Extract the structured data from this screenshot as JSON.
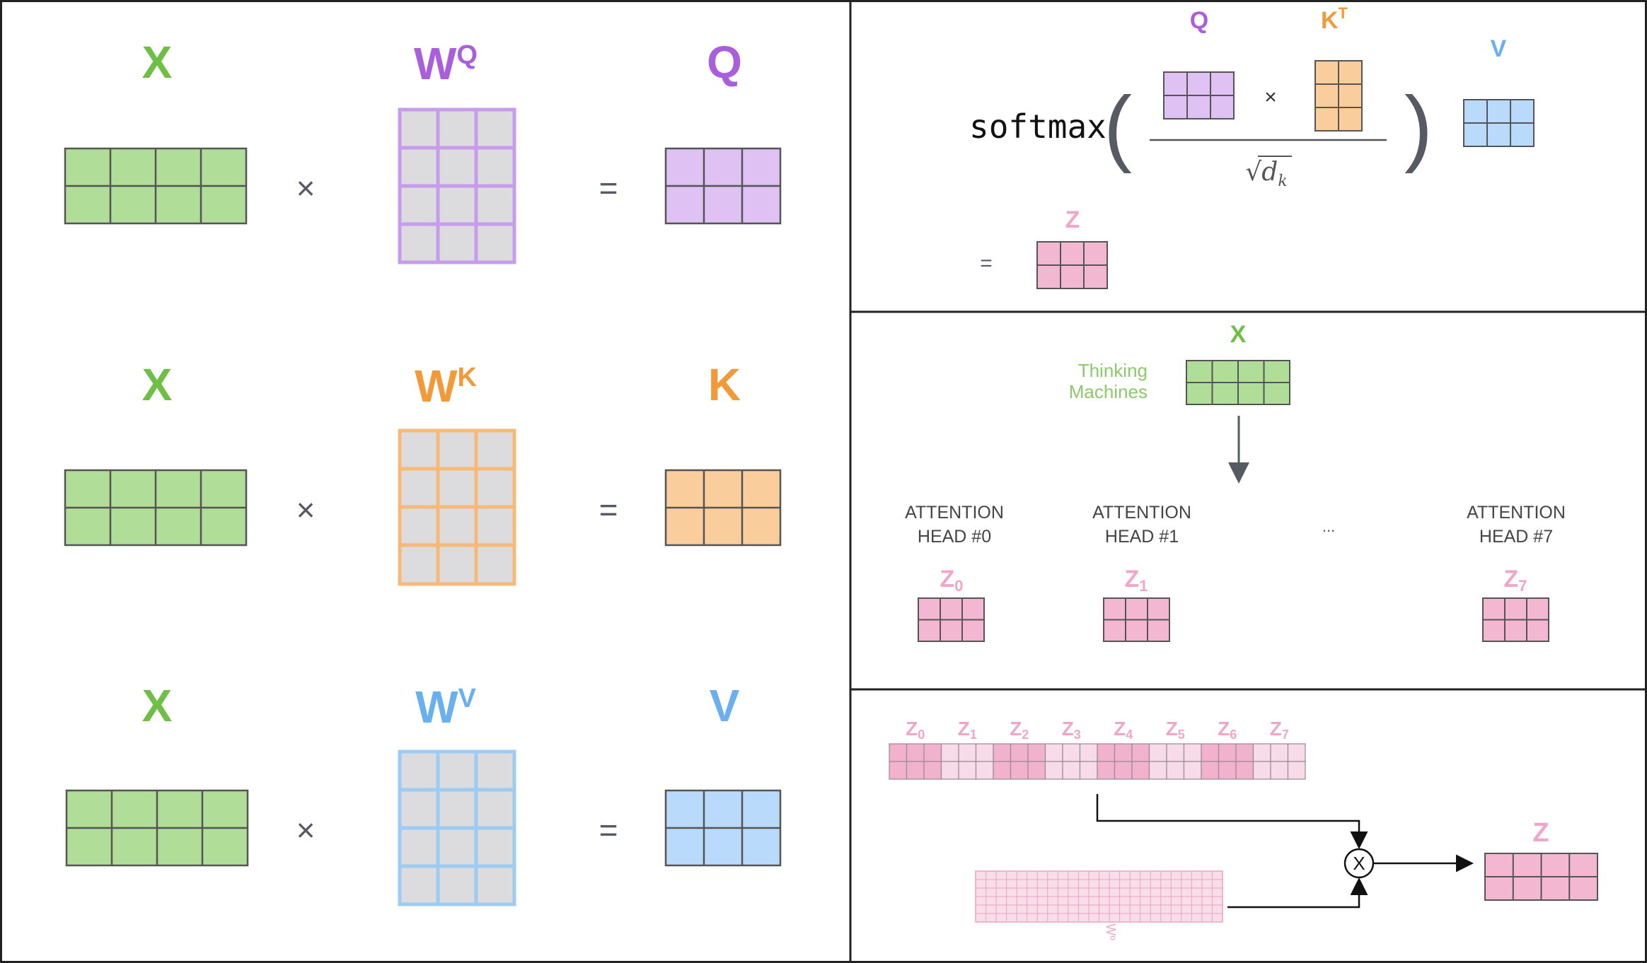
{
  "colors": {
    "x": "#6fbe45",
    "q": "#a95fdc",
    "k": "#f29a3a",
    "v": "#6ab0ee",
    "z": "#f0a6c8",
    "operator": "#555a63",
    "border": "#222222"
  },
  "left_panel": {
    "rows": [
      {
        "x_label": "X",
        "w_base": "W",
        "w_sup": "Q",
        "out_label": "Q",
        "times": "×",
        "equals": "="
      },
      {
        "x_label": "X",
        "w_base": "W",
        "w_sup": "K",
        "out_label": "K",
        "times": "×",
        "equals": "="
      },
      {
        "x_label": "X",
        "w_base": "W",
        "w_sup": "V",
        "out_label": "V",
        "times": "×",
        "equals": "="
      }
    ]
  },
  "attention_panel": {
    "softmax": "softmax",
    "open_paren": "(",
    "close_paren": ")",
    "q_label": "Q",
    "k_base": "K",
    "k_sup": "T",
    "v_label": "V",
    "times": "×",
    "sqrt_symbol": "√",
    "dk_base": "d",
    "dk_sub": "k",
    "equals": "=",
    "z_label": "Z"
  },
  "heads_panel": {
    "x_label": "X",
    "input_text_line1": "Thinking",
    "input_text_line2": "Machines",
    "heads": [
      {
        "line1": "ATTENTION",
        "line2": "HEAD #0",
        "z_base": "Z",
        "z_sub": "0"
      },
      {
        "line1": "ATTENTION",
        "line2": "HEAD #1",
        "z_base": "Z",
        "z_sub": "1"
      },
      {
        "line1": "ATTENTION",
        "line2": "HEAD #7",
        "z_base": "Z",
        "z_sub": "7"
      }
    ],
    "ellipsis": "..."
  },
  "concat_panel": {
    "z_items": [
      {
        "base": "Z",
        "sub": "0"
      },
      {
        "base": "Z",
        "sub": "1"
      },
      {
        "base": "Z",
        "sub": "2"
      },
      {
        "base": "Z",
        "sub": "3"
      },
      {
        "base": "Z",
        "sub": "4"
      },
      {
        "base": "Z",
        "sub": "5"
      },
      {
        "base": "Z",
        "sub": "6"
      },
      {
        "base": "Z",
        "sub": "7"
      }
    ],
    "multiply_symbol": "X",
    "wo_label": "Wº",
    "z_out_label": "Z"
  }
}
